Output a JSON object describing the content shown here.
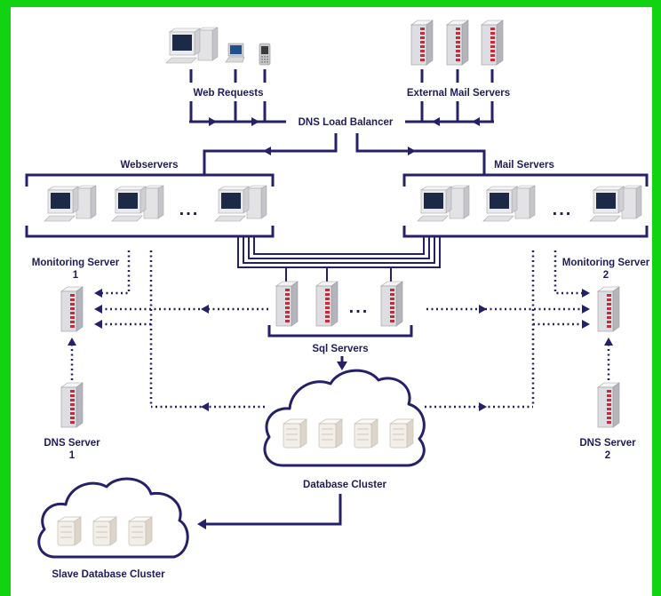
{
  "diagram": {
    "top": {
      "web_requests": "Web Requests",
      "external_mail_servers": "External Mail Servers",
      "dns_load_balancer": "DNS Load Balancer"
    },
    "tiers": {
      "webservers": "Webservers",
      "mail_servers": "Mail Servers",
      "sql_servers": "Sql Servers",
      "ellipsis": "..."
    },
    "monitoring": [
      {
        "name": "Monitoring Server",
        "number": "1"
      },
      {
        "name": "Monitoring Server",
        "number": "2"
      }
    ],
    "dns_servers": [
      {
        "name": "DNS Server",
        "number": "1"
      },
      {
        "name": "DNS Server",
        "number": "2"
      }
    ],
    "clusters": {
      "database": "Database Cluster",
      "slave_database": "Slave Database Cluster"
    }
  },
  "icons": {
    "client_devices": [
      "desktop-computer",
      "laptop",
      "mobile-phone"
    ],
    "server": "server-tower",
    "database_node": "database-server",
    "cluster": "cloud"
  },
  "colors": {
    "frame": "#11d311",
    "line": "#25206a",
    "text": "#201c5c",
    "server_accent": "#c92a3a"
  }
}
